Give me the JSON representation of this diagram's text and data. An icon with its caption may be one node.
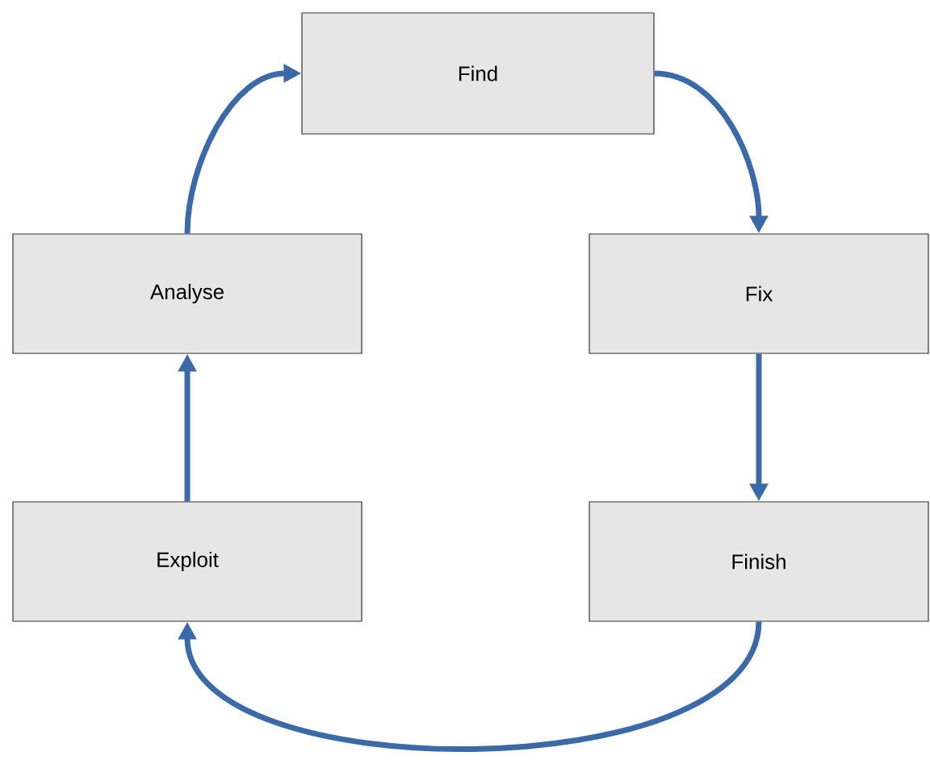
{
  "diagram": {
    "nodes": [
      {
        "text": [
          "Find"
        ]
      },
      {
        "text": [
          "Analyse"
        ]
      },
      {
        "text": [
          "Fix"
        ]
      },
      {
        "text": [
          "Exploit"
        ]
      },
      {
        "text": [
          "Finish"
        ]
      }
    ],
    "edges": [
      {
        "from": 1,
        "to": 0,
        "arrow": "to"
      },
      {
        "from": 0,
        "to": 2,
        "arrow": "to"
      },
      {
        "from": 2,
        "to": 4,
        "arrow": "to"
      },
      {
        "from": 4,
        "to": 3,
        "arrow": "to"
      },
      {
        "from": 3,
        "to": 1,
        "arrow": "to"
      }
    ]
  }
}
